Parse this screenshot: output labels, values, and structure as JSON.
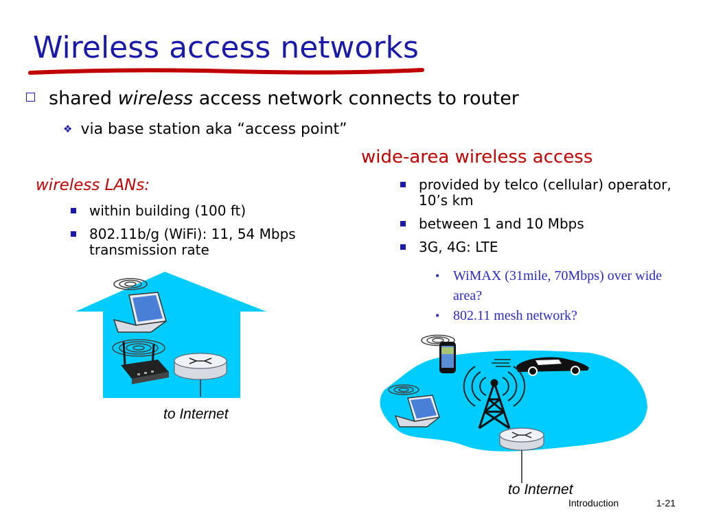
{
  "slide": {
    "title": "Wireless access networks",
    "bullet1": {
      "prefix": "shared ",
      "emphasis": "wireless",
      "suffix": " access network connects to router"
    },
    "bullet1_sub": "via base station aka “access point”"
  },
  "wireless_lans": {
    "heading": "wireless LANs:",
    "items": [
      "within building (100 ft)",
      "802.11b/g (WiFi): 11, 54 Mbps transmission rate"
    ],
    "to_internet": "to Internet"
  },
  "wide_area": {
    "heading": "wide-area wireless access",
    "items": [
      "provided by telco (cellular) operator, 10’s km",
      "between 1 and 10 Mbps",
      "3G, 4G:  LTE"
    ],
    "sub_items": [
      "WiMAX (31mile, 70Mbps) over wide area?",
      "802.11 mesh network?"
    ],
    "to_internet": "to Internet"
  },
  "footer": {
    "section": "Introduction",
    "page": "1-21"
  },
  "colors": {
    "title": "#1a1aa8",
    "accent_red": "#c00000",
    "region_fill": "#00ccff",
    "sub_bullet_text": "#2a2ac8"
  },
  "icons": [
    "laptop-icon",
    "wireless-router-icon",
    "router-icon",
    "cell-tower-icon",
    "smartphone-icon",
    "car-icon",
    "wireless-signal-icon"
  ]
}
